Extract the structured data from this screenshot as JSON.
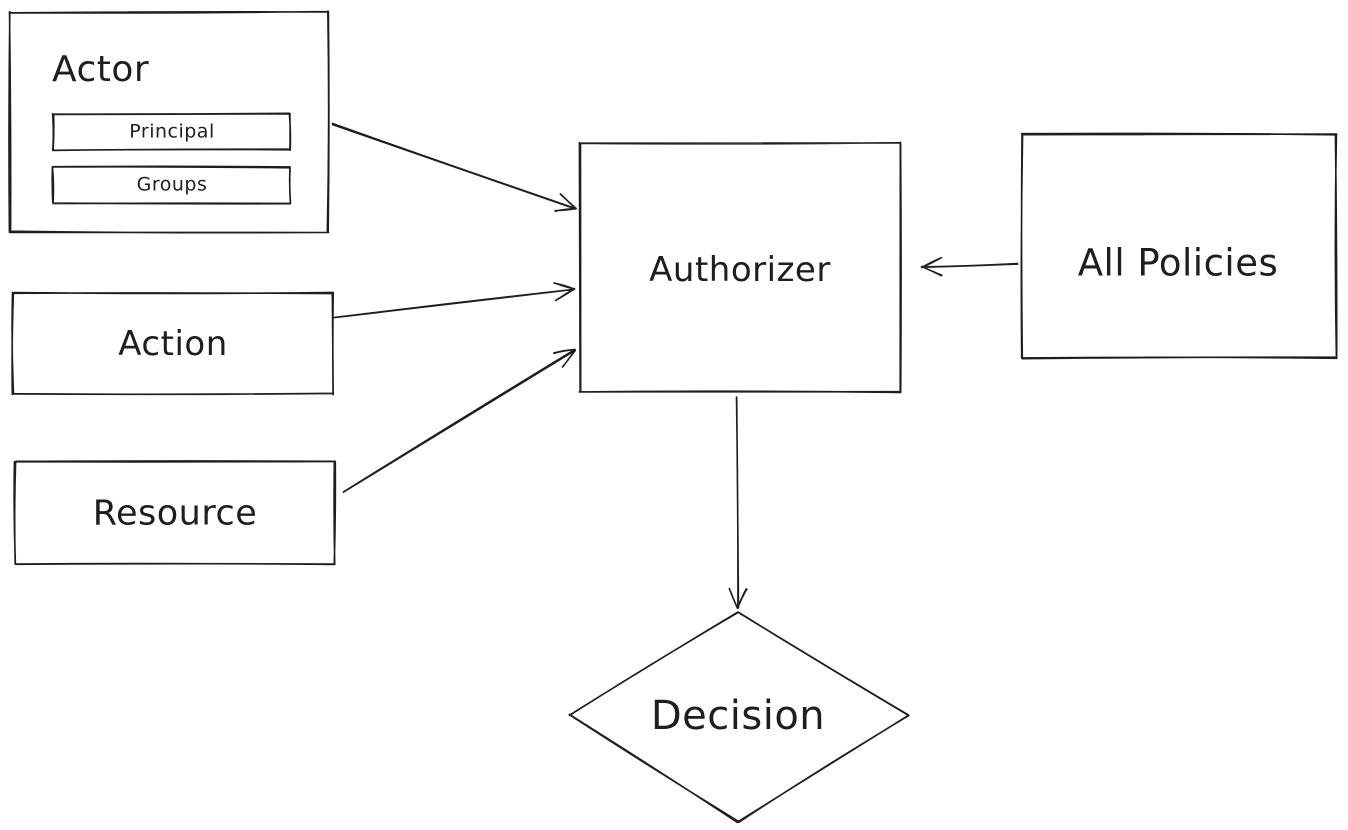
{
  "diagram": {
    "background_color": "#ffffff",
    "stroke_color": "#1e1e1e",
    "nodes": {
      "actor": {
        "label": "Actor"
      },
      "principal": {
        "label": "Principal"
      },
      "groups": {
        "label": "Groups"
      },
      "action": {
        "label": "Action"
      },
      "resource": {
        "label": "Resource"
      },
      "authorizer": {
        "label": "Authorizer"
      },
      "all_policies": {
        "label": "All Policies"
      },
      "decision": {
        "label": "Decision"
      }
    },
    "edges": [
      {
        "from": "actor",
        "to": "authorizer"
      },
      {
        "from": "action",
        "to": "authorizer"
      },
      {
        "from": "resource",
        "to": "authorizer"
      },
      {
        "from": "all_policies",
        "to": "authorizer"
      },
      {
        "from": "authorizer",
        "to": "decision"
      }
    ]
  }
}
